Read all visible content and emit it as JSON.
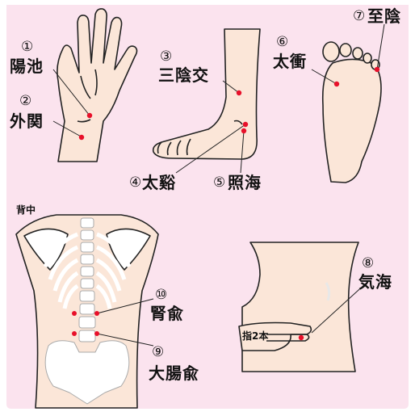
{
  "points": [
    {
      "num": "①",
      "name": "陽池"
    },
    {
      "num": "②",
      "name": "外関"
    },
    {
      "num": "③",
      "name": "三陰交"
    },
    {
      "num": "④",
      "name": "太谿"
    },
    {
      "num": "⑤",
      "name": "照海"
    },
    {
      "num": "⑥",
      "name": "太衝"
    },
    {
      "num": "⑦",
      "name": "至陰"
    },
    {
      "num": "⑧",
      "name": "気海"
    },
    {
      "num": "⑨",
      "name": "大腸兪"
    },
    {
      "num": "⑩",
      "name": "腎兪"
    }
  ],
  "back_label": "背中",
  "finger_label": "指2本",
  "colors": {
    "background": "#fbe3ee",
    "point": "#e8102a",
    "skin": "#fbe6d8",
    "outline": "#222222"
  }
}
